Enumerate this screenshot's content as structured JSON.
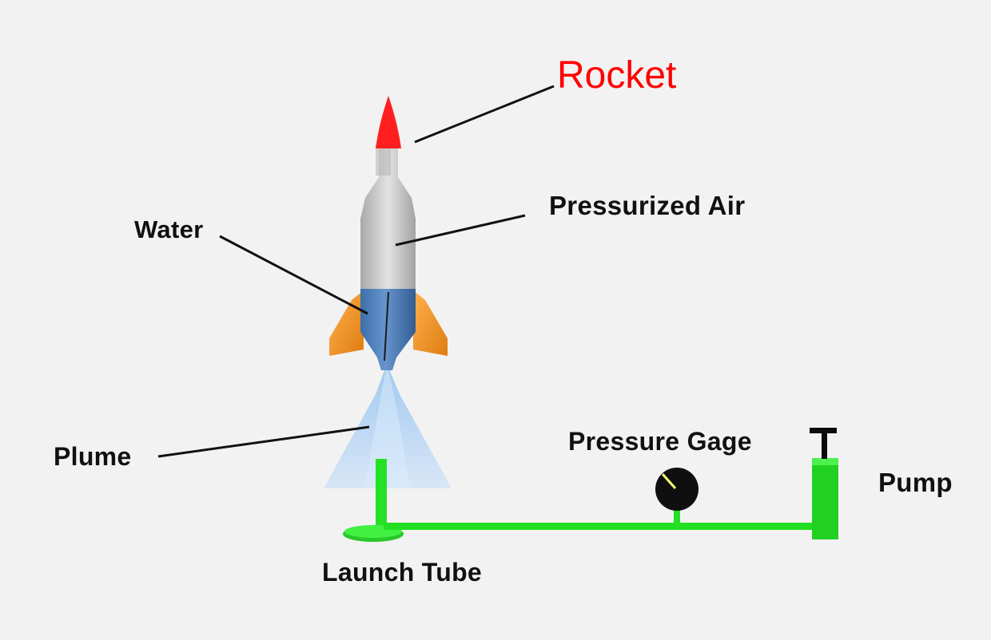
{
  "diagram": {
    "rocket_label": "Rocket",
    "pressurized_air_label": "Pressurized  Air",
    "water_label": "Water",
    "plume_label": "Plume",
    "pressure_gage_label": "Pressure Gage",
    "pump_label": "Pump",
    "launch_tube_label": "Launch  Tube"
  },
  "colors": {
    "background": "#f2f2f2",
    "rocket_label": "#ff0000",
    "nose_cone": "#ff1a1a",
    "rocket_body": "#c8c8c8",
    "water": "#4b78b6",
    "fins": "#f38b1f",
    "plume": "#b9d7f5",
    "tube": "#22dd22",
    "gauge": "#101010",
    "gauge_needle": "#ffff66"
  }
}
